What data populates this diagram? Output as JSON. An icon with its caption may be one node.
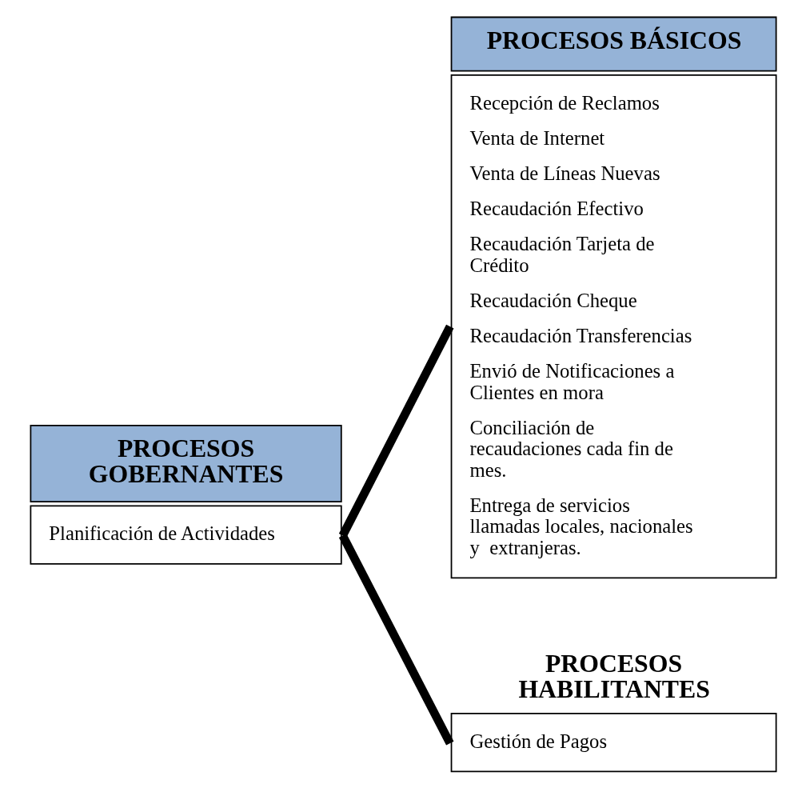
{
  "diagram": {
    "nodes": [
      {
        "text": [
          "PROCESOS GOBERNANTES",
          "Planificación de Actividades"
        ]
      },
      {
        "text": [
          "PROCESOS BÁSICOS",
          "Recepción de Reclamos",
          "Venta de Internet",
          "Venta de Líneas Nuevas",
          "Recaudación Efectivo",
          "Recaudación Tarjeta de Crédito",
          "Recaudación Cheque",
          "Recaudación Transferencias",
          "Envió de Notificaciones a Clientes en mora",
          "Conciliación de recaudaciones cada fin de mes.",
          "Entrega de servicios llamadas locales, nacionales y  extranjeras."
        ]
      },
      {
        "text": [
          "PROCESOS HABILITANTES",
          "Gestión de Pagos"
        ]
      }
    ],
    "edges": [
      {
        "from": 0,
        "to": 1,
        "arrow": "none"
      },
      {
        "from": 0,
        "to": 2,
        "arrow": "none"
      }
    ]
  }
}
